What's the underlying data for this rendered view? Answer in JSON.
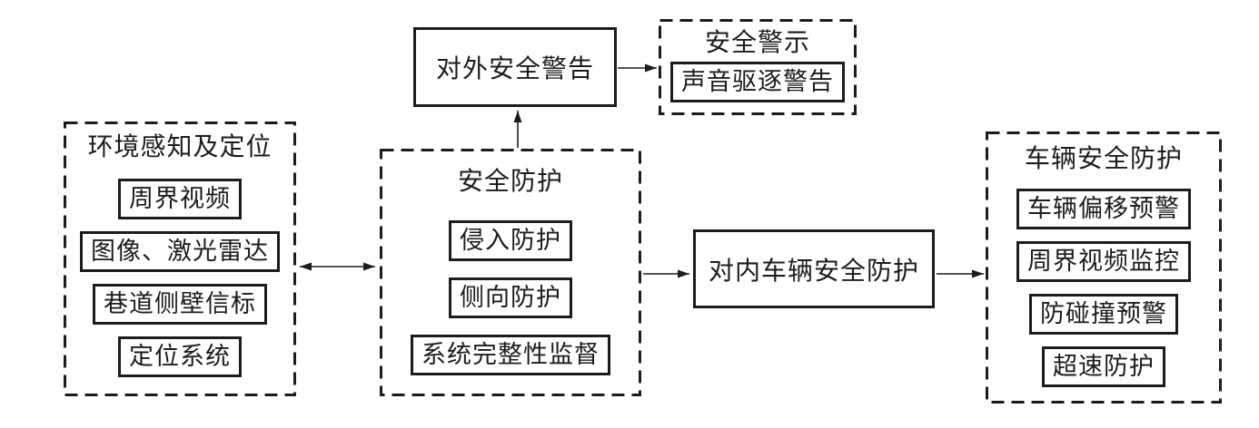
{
  "diagram": {
    "background": "#ffffff",
    "line_color": "#1c1c1c",
    "groups": {
      "environment": {
        "title": "环境感知及定位",
        "items": [
          "周界视频",
          "图像、激光雷达",
          "巷道侧壁信标",
          "定位系统"
        ]
      },
      "safety": {
        "title": "安全防护",
        "items": [
          "侵入防护",
          "侧向防护",
          "系统完整性监督"
        ]
      },
      "alert": {
        "title": "安全警示",
        "items": [
          "声音驱逐警告"
        ]
      },
      "vehicle": {
        "title": "车辆安全防护",
        "items": [
          "车辆偏移预警",
          "周界视频监控",
          "防碰撞预警",
          "超速防护"
        ]
      }
    },
    "boxes": {
      "external_warning": "对外安全警告",
      "internal_vehicle_protection": "对内车辆安全防护"
    }
  }
}
